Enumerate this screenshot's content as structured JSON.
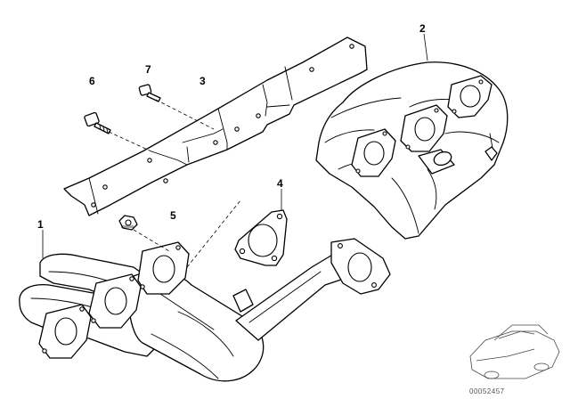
{
  "diagram": {
    "callouts": [
      {
        "id": "callout-1",
        "label": "1"
      },
      {
        "id": "callout-2",
        "label": "2"
      },
      {
        "id": "callout-3",
        "label": "3"
      },
      {
        "id": "callout-4",
        "label": "4"
      },
      {
        "id": "callout-5",
        "label": "5"
      },
      {
        "id": "callout-6",
        "label": "6"
      },
      {
        "id": "callout-7",
        "label": "7"
      }
    ],
    "reference_number": "00052457"
  }
}
